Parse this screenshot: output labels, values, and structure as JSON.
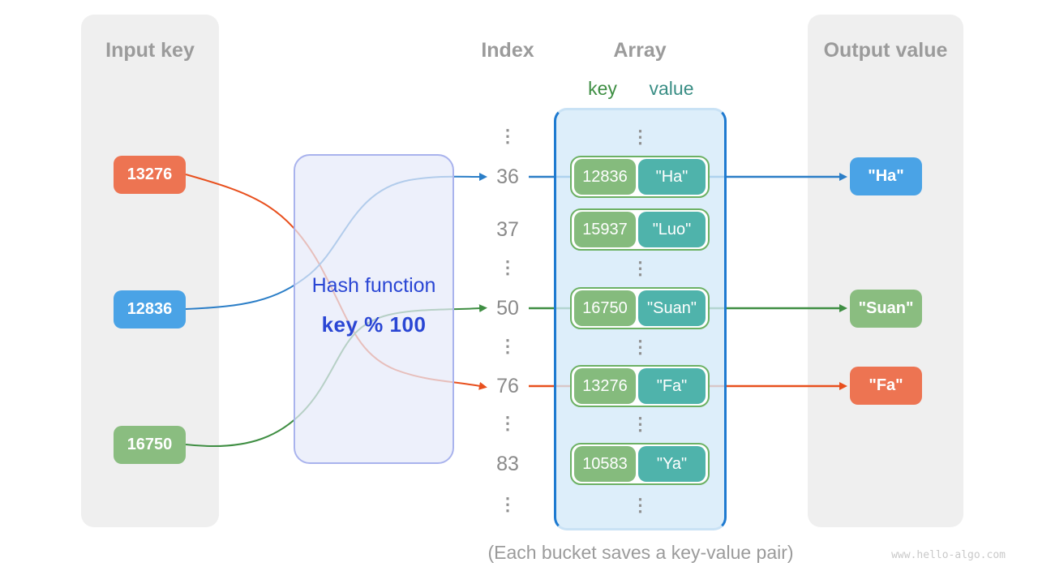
{
  "panels": {
    "input": {
      "title": "Input key"
    },
    "output": {
      "title": "Output value"
    }
  },
  "inputs": [
    {
      "label": "13276",
      "color": "#ed7452"
    },
    {
      "label": "12836",
      "color": "#4aa3e6"
    },
    {
      "label": "16750",
      "color": "#8abd80"
    }
  ],
  "hash": {
    "title": "Hash function",
    "formula": "key % 100"
  },
  "index_column": {
    "header": "Index",
    "items": [
      "⋮",
      "36",
      "37",
      "⋮",
      "50",
      "⋮",
      "76",
      "⋮",
      "83",
      "⋮"
    ]
  },
  "array": {
    "header": "Array",
    "key_label": "key",
    "value_label": "value",
    "ellipsis": "⋮",
    "rows": [
      {
        "key": "12836",
        "value": "\"Ha\""
      },
      {
        "key": "15937",
        "value": "\"Luo\""
      },
      {
        "key": "16750",
        "value": "\"Suan\""
      },
      {
        "key": "13276",
        "value": "\"Fa\""
      },
      {
        "key": "10583",
        "value": "\"Ya\""
      }
    ]
  },
  "outputs": [
    {
      "label": "\"Ha\"",
      "color": "#4aa3e6"
    },
    {
      "label": "\"Suan\"",
      "color": "#8abd80"
    },
    {
      "label": "\"Fa\"",
      "color": "#ed7452"
    }
  ],
  "caption": "(Each bucket saves a key-value pair)",
  "watermark": "www.hello-algo.com",
  "colors": {
    "panel_bg": "#efefef",
    "hash_box_bg": "#e7ebfa",
    "hash_box_border": "#a9b3ed",
    "hash_text": "#2a46d4",
    "array_bg": "#e1effa",
    "array_border": "#1e7ad0",
    "bucket_border": "#6cb164",
    "key_pill": "#85bb7d",
    "value_pill": "#4fb3ab",
    "arrow_blue": "#2b7ec7",
    "arrow_green": "#3f8e43",
    "arrow_orange": "#e8501e",
    "header_gray": "#9b9b9b",
    "index_gray": "#8a8a8a"
  }
}
